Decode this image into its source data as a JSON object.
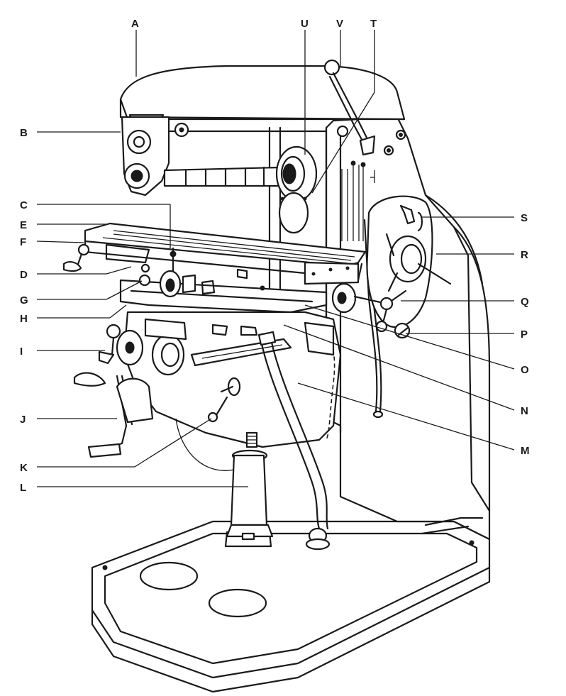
{
  "diagram": {
    "labels": {
      "A": "A",
      "B": "B",
      "C": "C",
      "D": "D",
      "E": "E",
      "F": "F",
      "G": "G",
      "H": "H",
      "I": "I",
      "J": "J",
      "K": "K",
      "L": "L",
      "M": "M",
      "N": "N",
      "O": "O",
      "P": "P",
      "Q": "Q",
      "R": "R",
      "S": "S",
      "T": "T",
      "U": "U",
      "V": "V"
    },
    "colors": {
      "ink": "#1a1a1a",
      "paper": "#ffffff"
    }
  }
}
